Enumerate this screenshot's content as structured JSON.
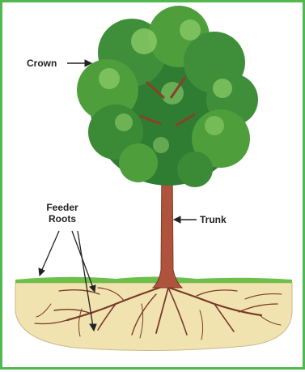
{
  "labels": {
    "crown": "Crown",
    "trunk": "Trunk",
    "feeder_roots_line1": "Feeder",
    "feeder_roots_line2": "Roots"
  },
  "colors": {
    "border": "#4fb84f",
    "foliage_dark": "#2f7d32",
    "foliage_mid": "#4f9e3c",
    "foliage_light": "#8fce6a",
    "trunk": "#b0533c",
    "roots": "#7a3b2a",
    "soil": "#f1e3b0",
    "grass": "#6cc04a"
  },
  "icons": [
    "tree-illustration",
    "arrow-right-icon",
    "arrow-left-icon"
  ]
}
